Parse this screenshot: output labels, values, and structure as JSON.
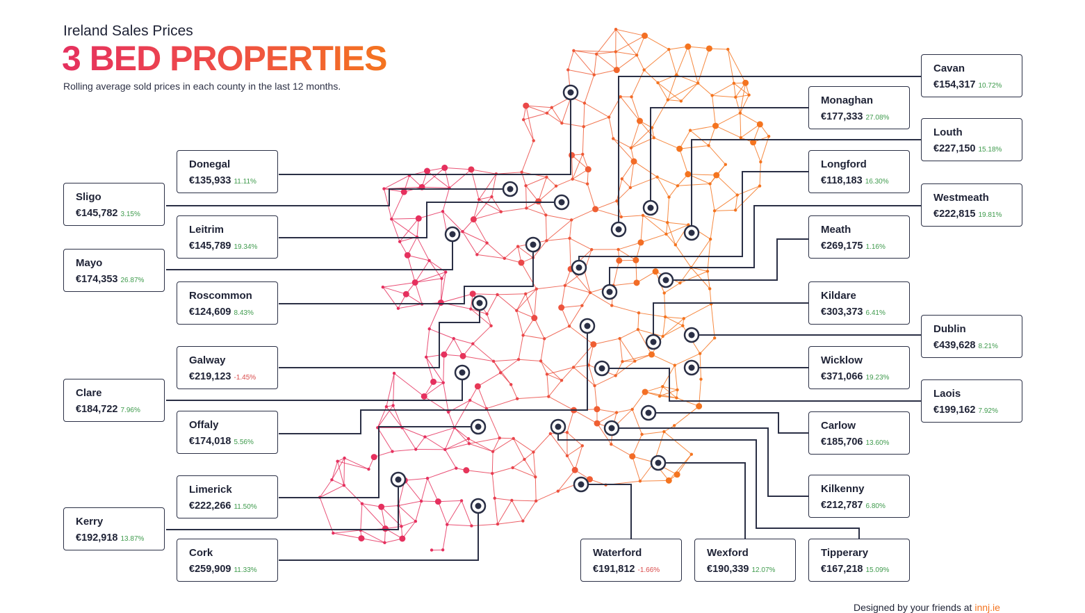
{
  "header": {
    "kicker": "Ireland Sales Prices",
    "title": "3 BED PROPERTIES",
    "subtitle": "Rolling average sold prices in each county in the last 12 months."
  },
  "counties": [
    {
      "name": "Cavan",
      "price": "€154,317",
      "change": "10.72%",
      "trend": "up"
    },
    {
      "name": "Monaghan",
      "price": "€177,333",
      "change": "27.08%",
      "trend": "up"
    },
    {
      "name": "Louth",
      "price": "€227,150",
      "change": "15.18%",
      "trend": "up"
    },
    {
      "name": "Longford",
      "price": "€118,183",
      "change": "16.30%",
      "trend": "up"
    },
    {
      "name": "Westmeath",
      "price": "€222,815",
      "change": "19.81%",
      "trend": "up"
    },
    {
      "name": "Meath",
      "price": "€269,175",
      "change": "1.16%",
      "trend": "up"
    },
    {
      "name": "Kildare",
      "price": "€303,373",
      "change": "6.41%",
      "trend": "up"
    },
    {
      "name": "Dublin",
      "price": "€439,628",
      "change": "8.21%",
      "trend": "up"
    },
    {
      "name": "Wicklow",
      "price": "€371,066",
      "change": "19.23%",
      "trend": "up"
    },
    {
      "name": "Laois",
      "price": "€199,162",
      "change": "7.92%",
      "trend": "up"
    },
    {
      "name": "Carlow",
      "price": "€185,706",
      "change": "13.60%",
      "trend": "up"
    },
    {
      "name": "Kilkenny",
      "price": "€212,787",
      "change": "6.80%",
      "trend": "up"
    },
    {
      "name": "Tipperary",
      "price": "€167,218",
      "change": "15.09%",
      "trend": "up"
    },
    {
      "name": "Wexford",
      "price": "€190,339",
      "change": "12.07%",
      "trend": "up"
    },
    {
      "name": "Waterford",
      "price": "€191,812",
      "change": "-1.66%",
      "trend": "down"
    },
    {
      "name": "Donegal",
      "price": "€135,933",
      "change": "11.11%",
      "trend": "up"
    },
    {
      "name": "Sligo",
      "price": "€145,782",
      "change": "3.15%",
      "trend": "up"
    },
    {
      "name": "Leitrim",
      "price": "€145,789",
      "change": "19.34%",
      "trend": "up"
    },
    {
      "name": "Mayo",
      "price": "€174,353",
      "change": "26.87%",
      "trend": "up"
    },
    {
      "name": "Roscommon",
      "price": "€124,609",
      "change": "8.43%",
      "trend": "up"
    },
    {
      "name": "Galway",
      "price": "€219,123",
      "change": "-1.45%",
      "trend": "down"
    },
    {
      "name": "Clare",
      "price": "€184,722",
      "change": "7.96%",
      "trend": "up"
    },
    {
      "name": "Offaly",
      "price": "€174,018",
      "change": "5.56%",
      "trend": "up"
    },
    {
      "name": "Limerick",
      "price": "€222,266",
      "change": "11.50%",
      "trend": "up"
    },
    {
      "name": "Kerry",
      "price": "€192,918",
      "change": "13.87%",
      "trend": "up"
    },
    {
      "name": "Cork",
      "price": "€259,909",
      "change": "11.33%",
      "trend": "up"
    }
  ],
  "footer": {
    "text": "Designed by your friends at",
    "brand": "innj.ie"
  },
  "colors": {
    "west": "#e5305e",
    "east": "#f4741f",
    "line": "#2a2f45",
    "up": "#3e9a4c",
    "down": "#d94a4a"
  }
}
